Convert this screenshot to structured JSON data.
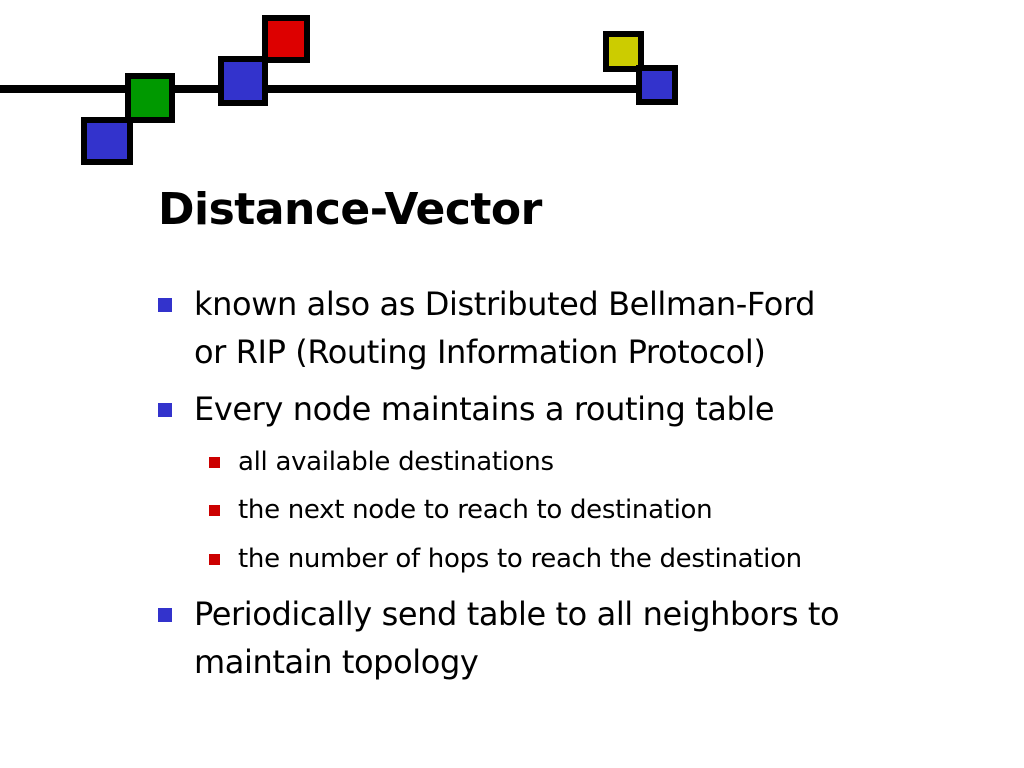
{
  "slide": {
    "title": "Distance-Vector",
    "bullets": [
      {
        "level": 1,
        "lines": [
          "known also as Distributed Bellman-Ford",
          "or RIP (Routing Information Protocol)"
        ]
      },
      {
        "level": 1,
        "lines": [
          "Every node maintains a routing table"
        ]
      },
      {
        "level": 2,
        "lines": [
          "all available destinations"
        ]
      },
      {
        "level": 2,
        "lines": [
          "the next node to reach to destination"
        ]
      },
      {
        "level": 2,
        "lines": [
          "the number of hops to reach the destination"
        ]
      },
      {
        "level": 1,
        "lines": [
          "Periodically send table to all neighbors to",
          "maintain topology"
        ]
      }
    ]
  },
  "colors": {
    "level1_bullet": "#3333CC",
    "level2_bullet": "#CC0000",
    "square_red": "#DD0000",
    "square_green": "#009900",
    "square_blue": "#3333CC",
    "square_yellow": "#CCCC00",
    "line": "#000000"
  }
}
